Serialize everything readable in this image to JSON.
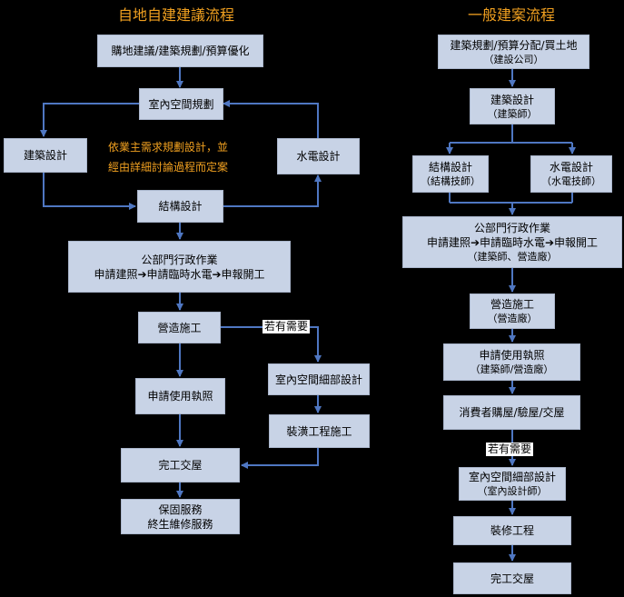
{
  "left": {
    "title": "自地自建建議流程",
    "box1": "購地建議/建築規劃/預算優化",
    "box2": "室內空間規劃",
    "box3": "建築設計",
    "box4": "水電設計",
    "note_line1": "依業主需求規劃設計，並",
    "note_line2": "經由詳細討論過程而定案",
    "box5": "結構設計",
    "box6_line1": "公部門行政作業",
    "box6_line2": "申請建照➔申請臨時水電➔申報開工",
    "box7": "營造施工",
    "tag": "若有需要",
    "box8": "申請使用執照",
    "box9": "室內空間細部設計",
    "box10": "裝潢工程施工",
    "box11": "完工交屋",
    "box12_line1": "保固服務",
    "box12_line2": "終生維修服務"
  },
  "right": {
    "title": "一般建案流程",
    "r1_line1": "建築規劃/預算分配/買土地",
    "r1_line2": "（建設公司）",
    "r2_line1": "建築設計",
    "r2_line2": "（建築師）",
    "r3_line1": "結構設計",
    "r3_line2": "（結構技師）",
    "r4_line1": "水電設計",
    "r4_line2": "（水電技師）",
    "r5_line1": "公部門行政作業",
    "r5_line2": "申請建照➔申請臨時水電➔申報開工",
    "r5_line3": "（建築師、營造廠）",
    "r6_line1": "營造施工",
    "r6_line2": "（營造廠）",
    "r7_line1": "申請使用執照",
    "r7_line2": "（建築師/營造廠）",
    "r8": "消費者購屋/驗屋/交屋",
    "tag": "若有需要",
    "r9_line1": "室內空間細部設計",
    "r9_line2": "（室內設計師）",
    "r10": "裝修工程",
    "r11": "完工交屋"
  },
  "colors": {
    "box_fill": "#c8d3e6",
    "arrow": "#4f77c2",
    "title": "#f0a020",
    "background": "#000000"
  }
}
